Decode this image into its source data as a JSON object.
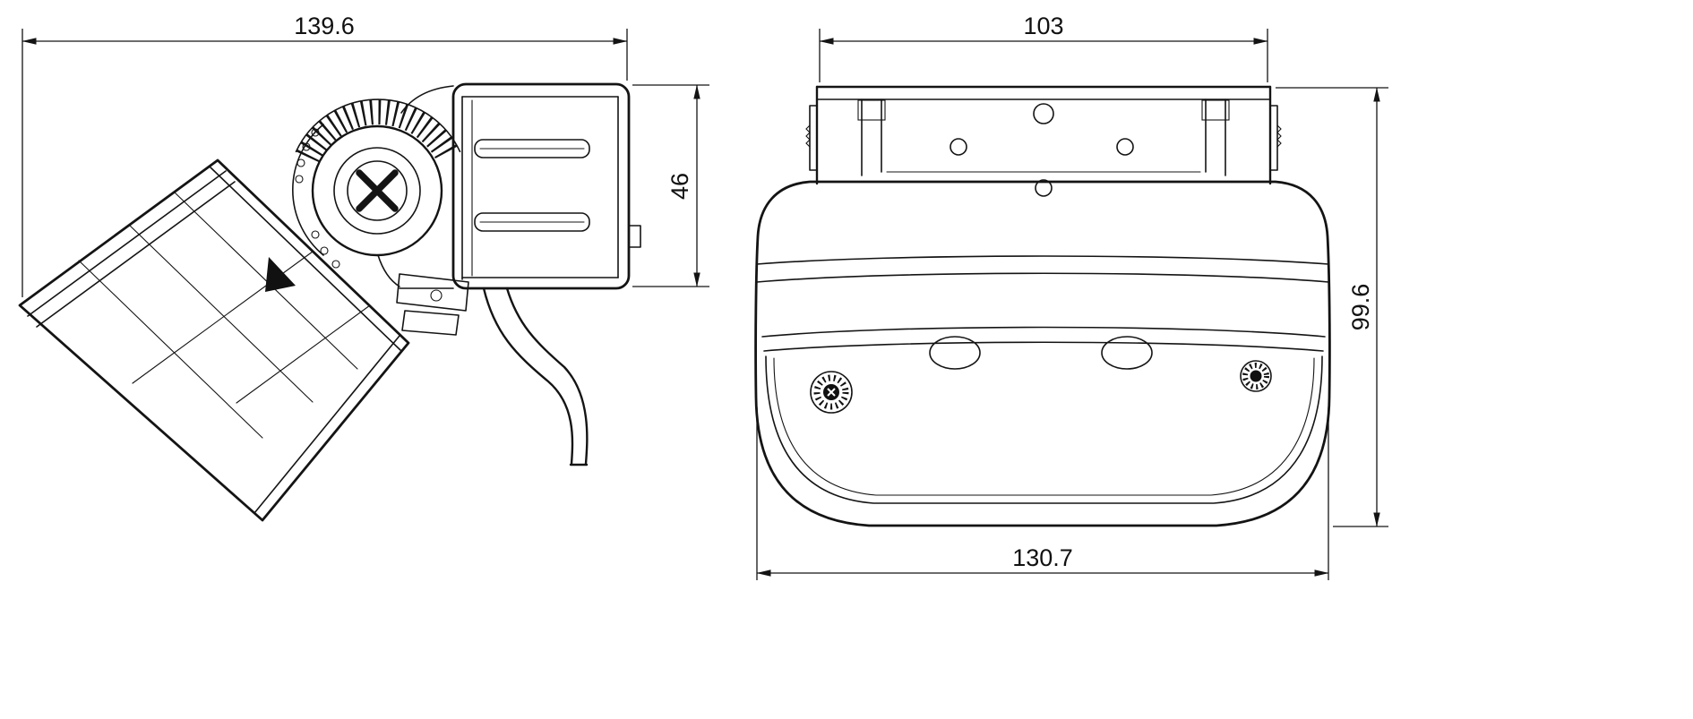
{
  "page": {
    "background": "#ffffff",
    "line_color": "#141414"
  },
  "drawing": {
    "kind": "technical-dimension-drawing",
    "dimensions": {
      "side_overall_width": "139.6",
      "side_mount_height": "46",
      "front_mount_width": "103",
      "front_overall_height": "99.6",
      "front_overall_width": "130.7"
    }
  }
}
